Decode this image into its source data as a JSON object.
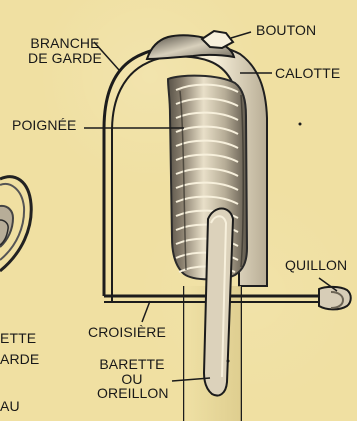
{
  "labels": {
    "branche_de_garde_line1": "BRANCHE",
    "branche_de_garde_line2": "DE GARDE",
    "poignee": "POIGNÉE",
    "bouton": "BOUTON",
    "calotte": "CALOTTE",
    "quillon": "QUILLON",
    "croisiere": "CROISIÈRE",
    "barette_ou_oreillon_line1": "BARETTE",
    "barette_ou_oreillon_line2": "OU",
    "barette_ou_oreillon_line3": "OREILLON",
    "left_partial_1": "ETTE",
    "left_partial_2": "ARDE",
    "left_partial_3": "AU"
  },
  "colors": {
    "background": "#f0e0a2",
    "ink": "#161616",
    "grip_light": "#faf2d8",
    "grip_shadow": "#6a6254"
  }
}
